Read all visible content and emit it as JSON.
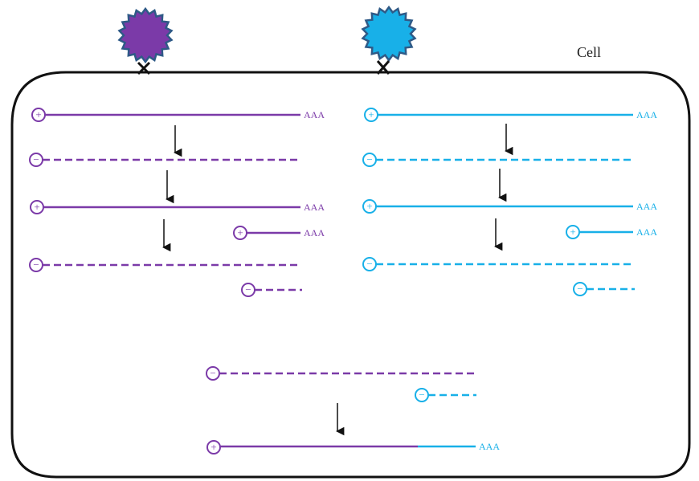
{
  "cell_label": "Cell",
  "poly_a": "AAA",
  "colors": {
    "purple": "#7b3aa8",
    "cyan": "#18b0e8",
    "virus_outline": "#2f5a87",
    "membrane": "#111111",
    "arrow": "#111111"
  },
  "strand_signs": {
    "positive": "+",
    "negative": "−"
  },
  "icons": {
    "virus_particle": "spiked-circle",
    "positive_strand_marker": "circled-plus",
    "negative_strand_marker": "circled-minus",
    "process_arrow": "down-arrow"
  }
}
